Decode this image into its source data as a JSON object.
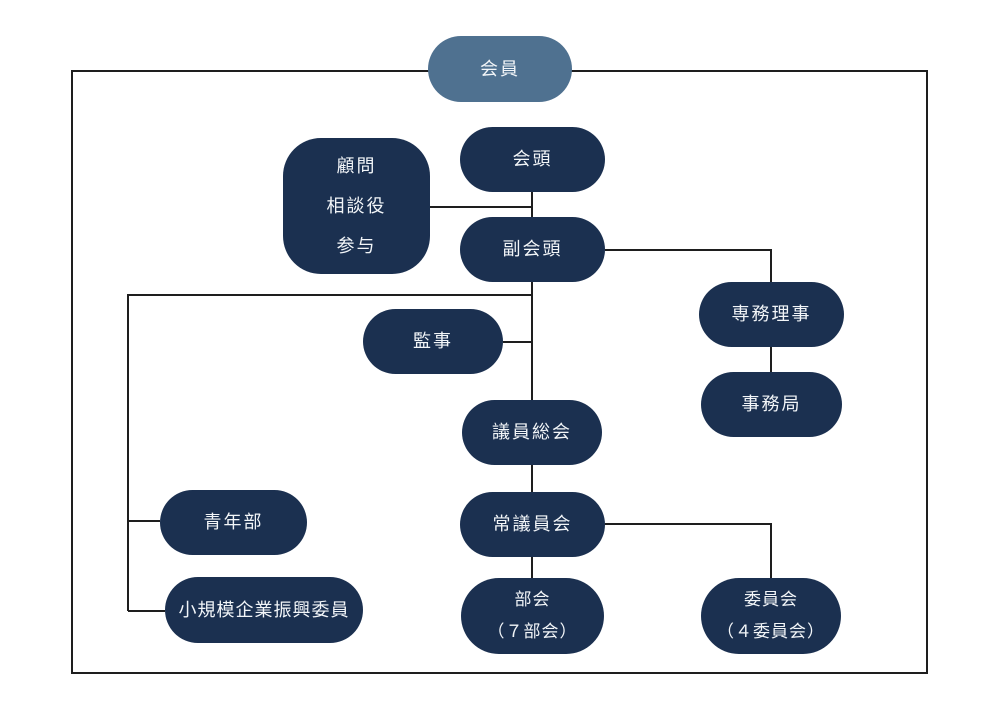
{
  "chart_type": "org-chart",
  "colors": {
    "node_primary": "#1b3050",
    "node_accent": "#4f7190",
    "line": "#1e1e1e",
    "text": "#f2f5f8",
    "background": "#ffffff"
  },
  "nodes": [
    {
      "id": "members",
      "label": "会員"
    },
    {
      "id": "president",
      "label": "会頭"
    },
    {
      "id": "advisors",
      "label": "顧問\n相談役\n参与"
    },
    {
      "id": "vice_president",
      "label": "副会頭"
    },
    {
      "id": "executive_director",
      "label": "専務理事"
    },
    {
      "id": "secretariat",
      "label": "事務局"
    },
    {
      "id": "auditor",
      "label": "監事"
    },
    {
      "id": "assembly",
      "label": "議員総会"
    },
    {
      "id": "youth_division",
      "label": "青年部"
    },
    {
      "id": "small_business_committee",
      "label": "小規模企業振興委員"
    },
    {
      "id": "standing_council",
      "label": "常議員会"
    },
    {
      "id": "sections",
      "label": "部会\n（７部会）"
    },
    {
      "id": "committees",
      "label": "委員会\n（４委員会）"
    }
  ],
  "edges": [
    {
      "from": "president",
      "to": "vice_president"
    },
    {
      "from": "advisors",
      "to": "president"
    },
    {
      "from": "vice_president",
      "to": "executive_director"
    },
    {
      "from": "executive_director",
      "to": "secretariat"
    },
    {
      "from": "vice_president",
      "to": "assembly"
    },
    {
      "from": "vice_president",
      "to": "auditor"
    },
    {
      "from": "vice_president",
      "to": "youth_division"
    },
    {
      "from": "vice_president",
      "to": "small_business_committee"
    },
    {
      "from": "assembly",
      "to": "standing_council"
    },
    {
      "from": "standing_council",
      "to": "sections"
    },
    {
      "from": "standing_council",
      "to": "committees"
    }
  ]
}
